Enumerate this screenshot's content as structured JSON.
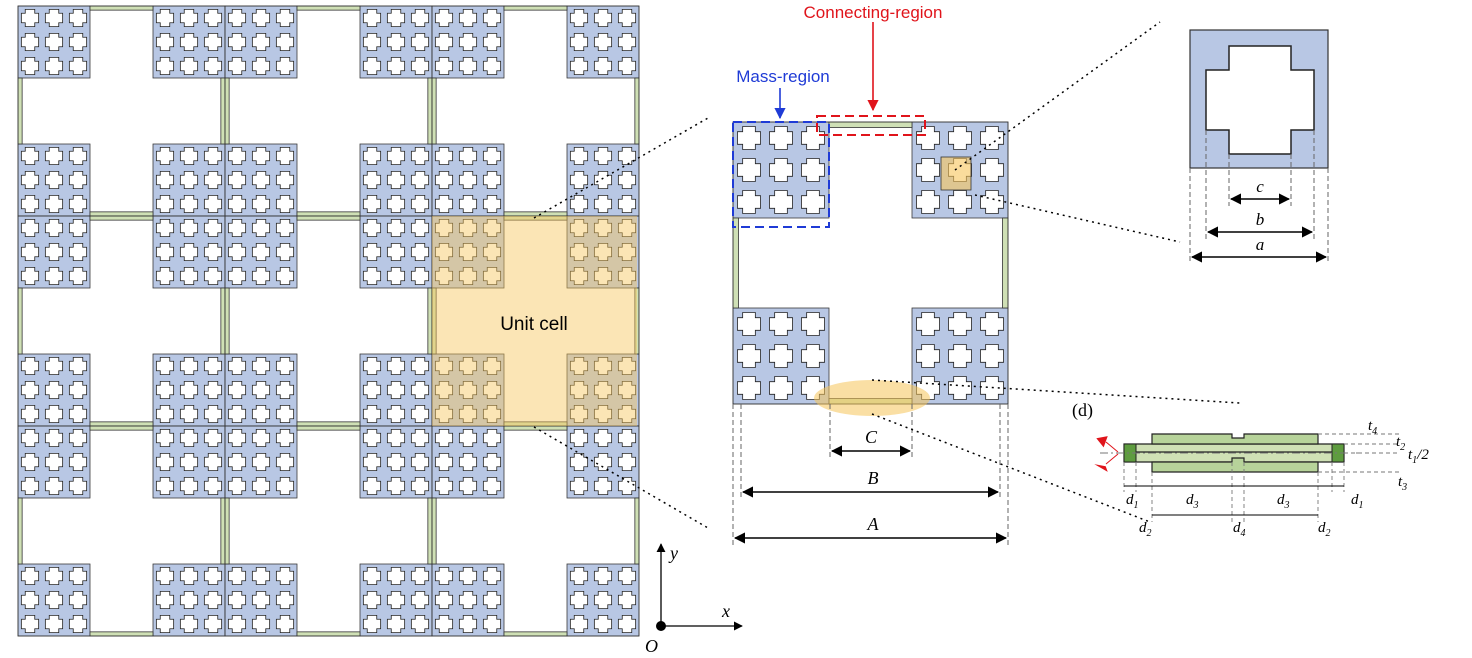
{
  "colors": {
    "mass_blue": "#b8c7e4",
    "connector_green": "#cfe0b5",
    "highlight_yellow": "#f6c55a",
    "mass_region": "#1f3bd6",
    "connecting_region": "#e0141b",
    "outline": "#3a3a3a"
  },
  "labels": {
    "unit_cell": "Unit cell",
    "connecting_region": "Connecting-region",
    "mass_region": "Mass-region",
    "panel_d": "(d)",
    "axis_x": "x",
    "axis_y": "y",
    "origin": "O"
  },
  "dims": {
    "A": "A",
    "B": "B",
    "C": "C",
    "a": "a",
    "b": "b",
    "c": "c",
    "d1": "d",
    "d1_sub": "1",
    "d2": "d",
    "d2_sub": "2",
    "d3": "d",
    "d3_sub": "3",
    "d4": "d",
    "d4_sub": "4",
    "t1": "t",
    "t1_sub": "1",
    "t1_suffix": "/2",
    "t2": "t",
    "t2_sub": "2",
    "t3": "t",
    "t3_sub": "3",
    "t4": "t",
    "t4_sub": "4"
  },
  "icons": [
    "axis-arrow-icon",
    "origin-dot-icon",
    "load-arrow-icon"
  ]
}
